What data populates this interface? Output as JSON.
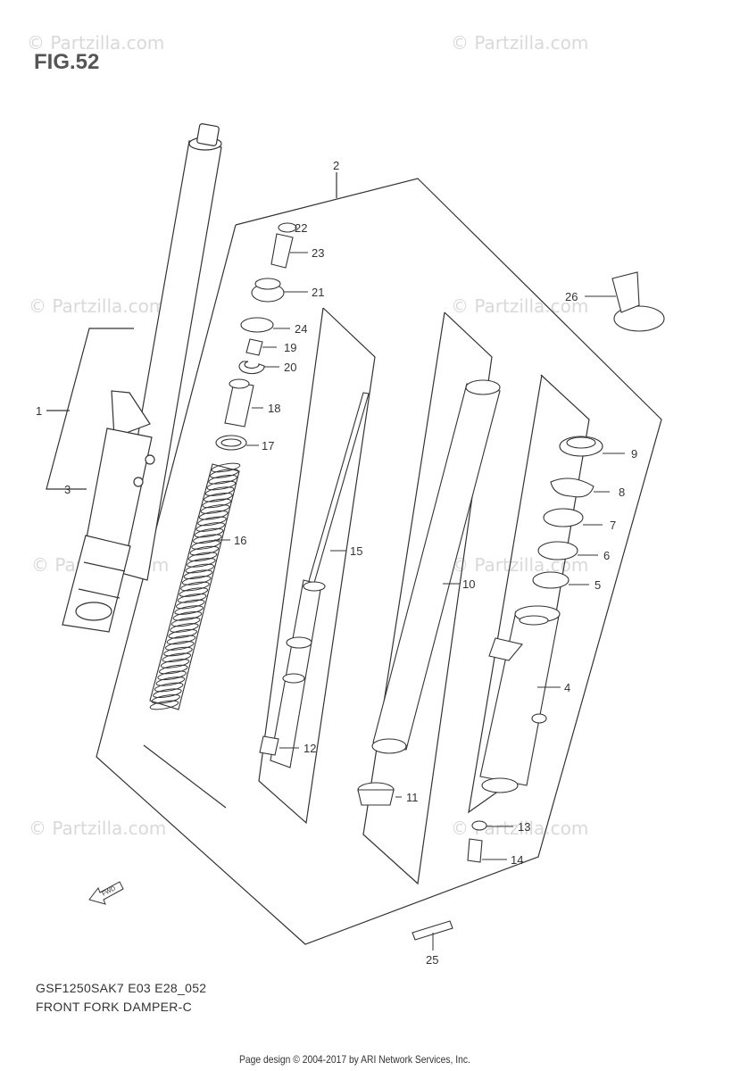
{
  "figure": {
    "title": "FIG.52",
    "code": "GSF1250SAK7 E03 E28_052",
    "caption": "FRONT FORK DAMPER-C",
    "footer": "Page design © 2004-2017 by ARI Network Services, Inc."
  },
  "watermark": {
    "text": "© Partzilla.com"
  },
  "fwd_arrow": {
    "text": "FWD"
  },
  "parts": [
    {
      "id": "1",
      "label": "1"
    },
    {
      "id": "2",
      "label": "2"
    },
    {
      "id": "3",
      "label": "3"
    },
    {
      "id": "4",
      "label": "4"
    },
    {
      "id": "5",
      "label": "5"
    },
    {
      "id": "6",
      "label": "6"
    },
    {
      "id": "7",
      "label": "7"
    },
    {
      "id": "8",
      "label": "8"
    },
    {
      "id": "9",
      "label": "9"
    },
    {
      "id": "10",
      "label": "10"
    },
    {
      "id": "11",
      "label": "11"
    },
    {
      "id": "12",
      "label": "12"
    },
    {
      "id": "13",
      "label": "13"
    },
    {
      "id": "14",
      "label": "14"
    },
    {
      "id": "15",
      "label": "15"
    },
    {
      "id": "16",
      "label": "16"
    },
    {
      "id": "17",
      "label": "17"
    },
    {
      "id": "18",
      "label": "18"
    },
    {
      "id": "19",
      "label": "19"
    },
    {
      "id": "20",
      "label": "20"
    },
    {
      "id": "21",
      "label": "21"
    },
    {
      "id": "22",
      "label": "22"
    },
    {
      "id": "23",
      "label": "23"
    },
    {
      "id": "24",
      "label": "24"
    },
    {
      "id": "25",
      "label": "25"
    },
    {
      "id": "26",
      "label": "26"
    }
  ]
}
